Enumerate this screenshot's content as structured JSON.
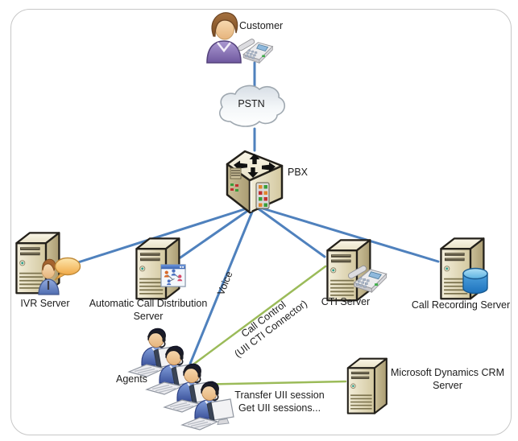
{
  "diagram": {
    "nodes": {
      "customer": {
        "label": "Customer"
      },
      "pstn": {
        "label": "PSTN"
      },
      "pbx": {
        "label": "PBX"
      },
      "ivr": {
        "label": "IVR Server"
      },
      "acd": {
        "label_line1": "Automatic Call Distribution",
        "label_line2": "Server"
      },
      "cti": {
        "label": "CTI Server"
      },
      "recording": {
        "label": "Call Recording Server"
      },
      "agents": {
        "label": "Agents"
      },
      "crm": {
        "label_line1": "Microsoft Dynamics CRM",
        "label_line2": "Server"
      }
    },
    "edges": {
      "voice": {
        "label": "Voice"
      },
      "call_control": {
        "label_line1": "Call Control",
        "label_line2": "(UII CTI Connector)"
      },
      "uii_session": {
        "label_line1": "Transfer UII session",
        "label_line2": "Get UII sessions..."
      }
    },
    "colors": {
      "connector_blue": "#4f81bd",
      "connector_green": "#9bbb59",
      "frame_border": "#c7c7c7"
    }
  }
}
